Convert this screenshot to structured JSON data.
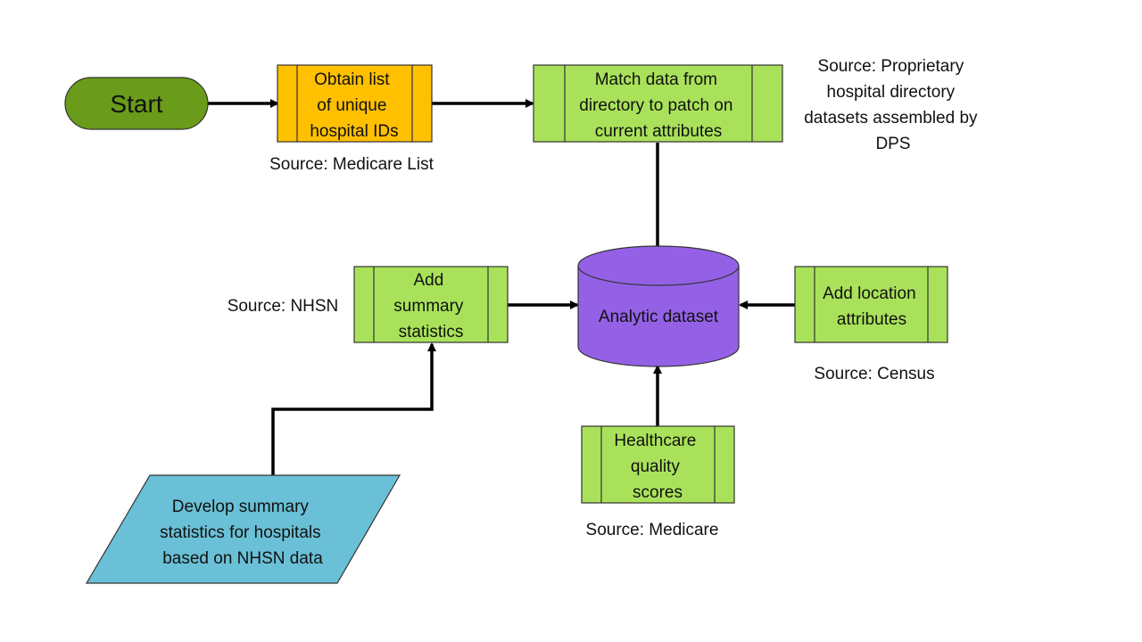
{
  "nodes": {
    "start": {
      "label": "Start",
      "color": "#6b9b1a"
    },
    "obtain": {
      "lines": [
        "Obtain list",
        "of unique",
        "hospital IDs"
      ],
      "color": "#ffc000"
    },
    "match": {
      "lines": [
        "Match data from",
        "directory to patch on",
        "current attributes"
      ],
      "color": "#a9e25a"
    },
    "analytic": {
      "label": "Analytic dataset",
      "color": "#9461e6"
    },
    "summary": {
      "lines": [
        "Add",
        "summary",
        "statistics"
      ],
      "color": "#a9e25a"
    },
    "location": {
      "lines": [
        "Add location",
        "attributes"
      ],
      "color": "#a9e25a"
    },
    "quality": {
      "lines": [
        "Healthcare",
        "quality",
        "scores"
      ],
      "color": "#a9e25a"
    },
    "develop": {
      "lines": [
        "Develop summary",
        "statistics for hospitals",
        "based on NHSN data"
      ],
      "color": "#6ac0d6"
    }
  },
  "sources": {
    "medicare_list": "Source: Medicare List",
    "proprietary": [
      "Source: Proprietary",
      "hospital directory",
      "datasets assembled by",
      "DPS"
    ],
    "nhsn": "Source: NHSN",
    "census": "Source: Census",
    "medicare": "Source: Medicare"
  }
}
